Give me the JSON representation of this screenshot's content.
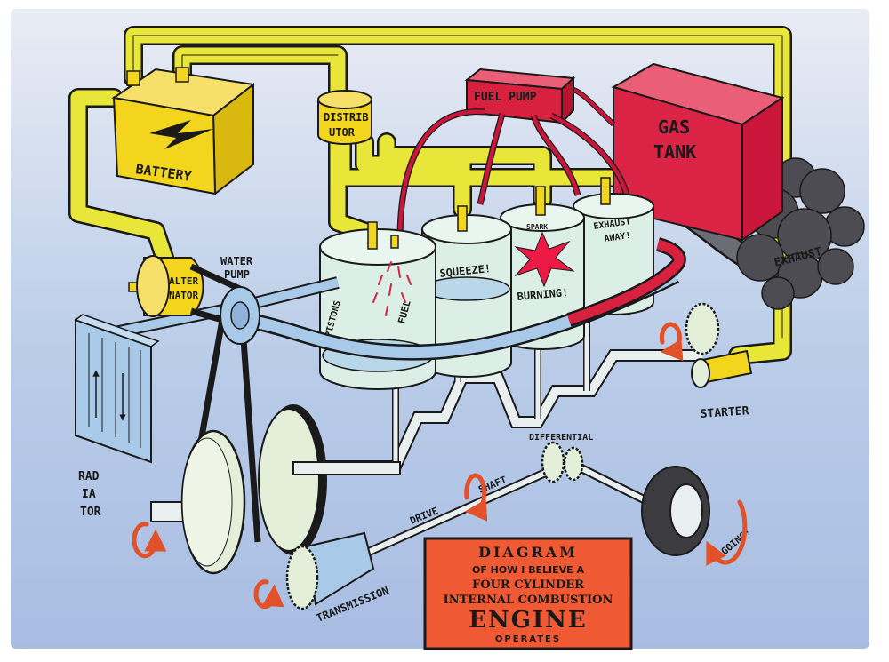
{
  "labels": {
    "battery": "BATTERY",
    "distributor_line1": "DISTRIB",
    "distributor_line2": "UTOR",
    "fuel_pump": "FUEL PUMP",
    "gas_tank_line1": "GAS",
    "gas_tank_line2": "TANK",
    "exhaust": "EXHAUST",
    "alternator_line1": "ALTER",
    "alternator_line2": "NATOR",
    "water_pump_line1": "WATER",
    "water_pump_line2": "PUMP",
    "radiator_line1": "RAD",
    "radiator_line2": "IA",
    "radiator_line3": "TOR",
    "pistons": "PISTONS",
    "fuel": "FUEL",
    "squeeze": "SQUEEZE!",
    "spark": "SPARK",
    "burning": "BURNING!",
    "exhaust_away_line1": "EXHAUST",
    "exhaust_away_line2": "AWAY!",
    "starter": "STARTER",
    "differential": "DIFFERENTIAL",
    "drive": "DRIVE",
    "shaft": "SHAFT",
    "transmission": "TRANSMISSION",
    "going": "GOING!"
  },
  "title_box": {
    "line1": "DIAGRAM",
    "line2": "OF HOW I BELIEVE A",
    "line3": "FOUR CYLINDER",
    "line4": "INTERNAL COMBUSTION",
    "line5": "ENGINE",
    "line6": "OPERATES"
  },
  "colors": {
    "wire_yellow": "#e9e63a",
    "battery_yellow": "#f2d51c",
    "fuel_red": "#d8213f",
    "coolant_blue": "#a9c9e8",
    "cylinder_glass": "#dff0e6",
    "exhaust_gray": "#55555a",
    "title_orange": "#ef5a34",
    "rotation_arrow": "#e2522a"
  }
}
